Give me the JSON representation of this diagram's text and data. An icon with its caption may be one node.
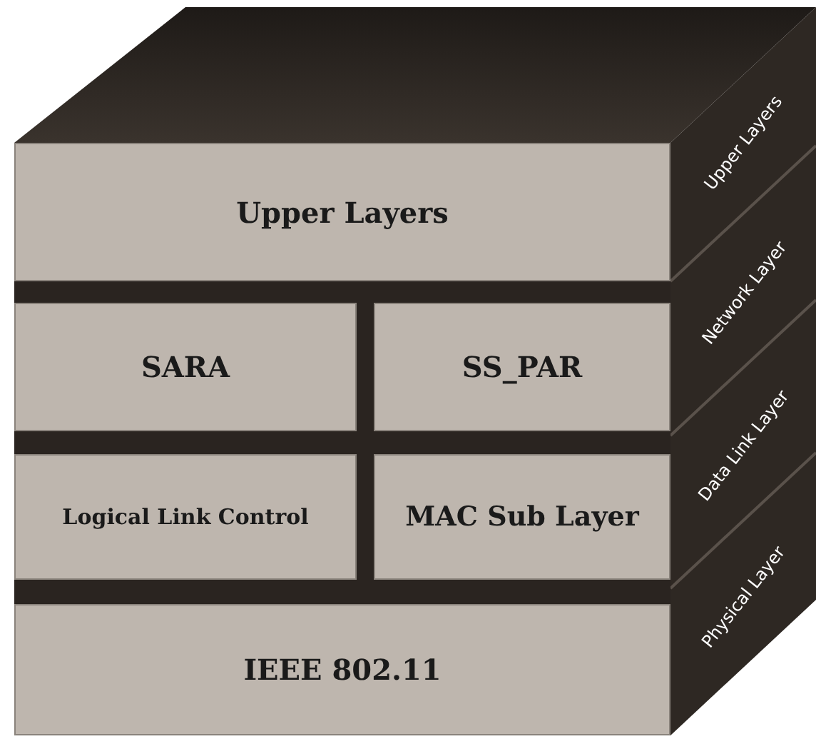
{
  "diagram": {
    "nodes": [
      {
        "text": [
          "Upper Layers"
        ]
      },
      {
        "text": [
          "SARA"
        ]
      },
      {
        "text": [
          "SS_PAR"
        ]
      },
      {
        "text": [
          "Logical Link Control"
        ]
      },
      {
        "text": [
          "MAC Sub Layer"
        ]
      },
      {
        "text": [
          "IEEE 802.11"
        ]
      }
    ],
    "labels": [
      "Upper Layers",
      "Network Layer",
      "Data Link Layer",
      "Physical Layer"
    ]
  }
}
